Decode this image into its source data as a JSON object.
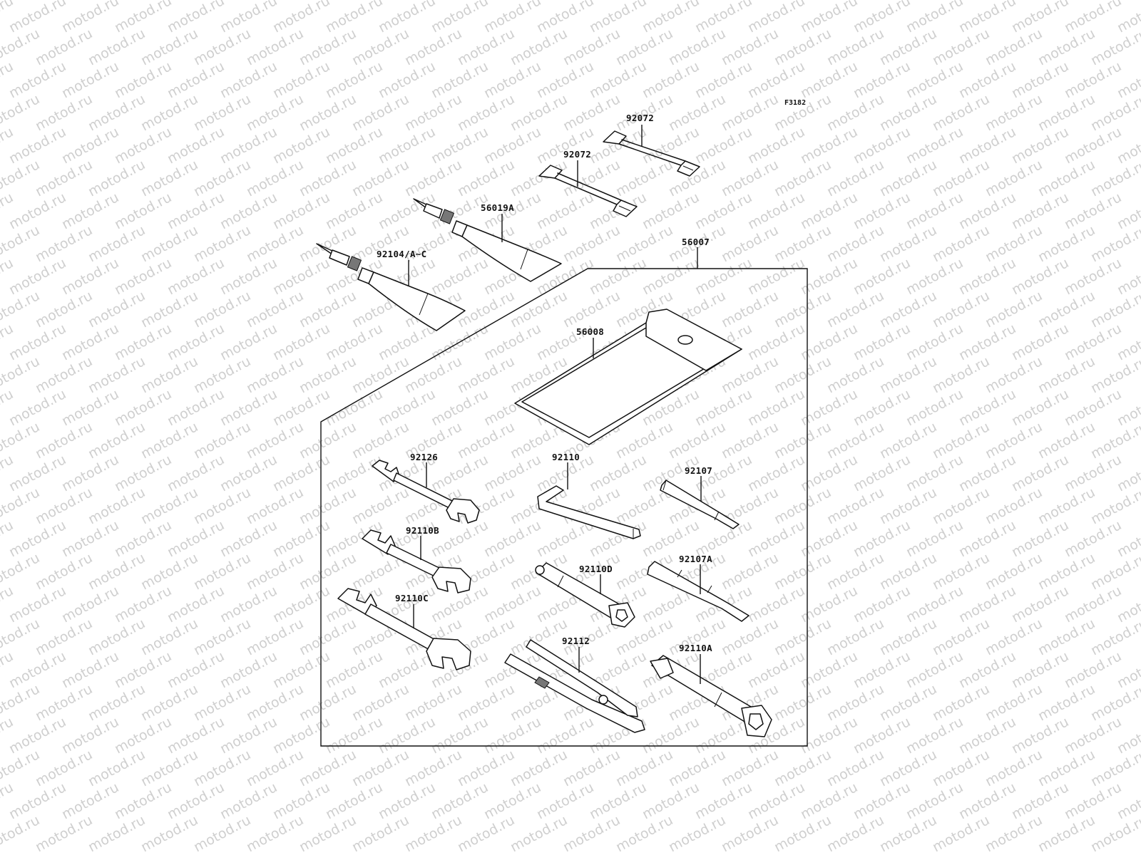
{
  "diagram": {
    "code": "F3182",
    "watermark": "motod.ru",
    "parts": [
      {
        "id": "p92072a",
        "number": "92072"
      },
      {
        "id": "p92072b",
        "number": "92072"
      },
      {
        "id": "p56019A",
        "number": "56019A"
      },
      {
        "id": "p92104",
        "number": "92104/A~C"
      },
      {
        "id": "p56007",
        "number": "56007"
      },
      {
        "id": "p56008",
        "number": "56008"
      },
      {
        "id": "p92126",
        "number": "92126"
      },
      {
        "id": "p92110",
        "number": "92110"
      },
      {
        "id": "p92107",
        "number": "92107"
      },
      {
        "id": "p92110B",
        "number": "92110B"
      },
      {
        "id": "p92110D",
        "number": "92110D"
      },
      {
        "id": "p92107A",
        "number": "92107A"
      },
      {
        "id": "p92110C",
        "number": "92110C"
      },
      {
        "id": "p92112",
        "number": "92112"
      },
      {
        "id": "p92110A",
        "number": "92110A"
      }
    ]
  }
}
